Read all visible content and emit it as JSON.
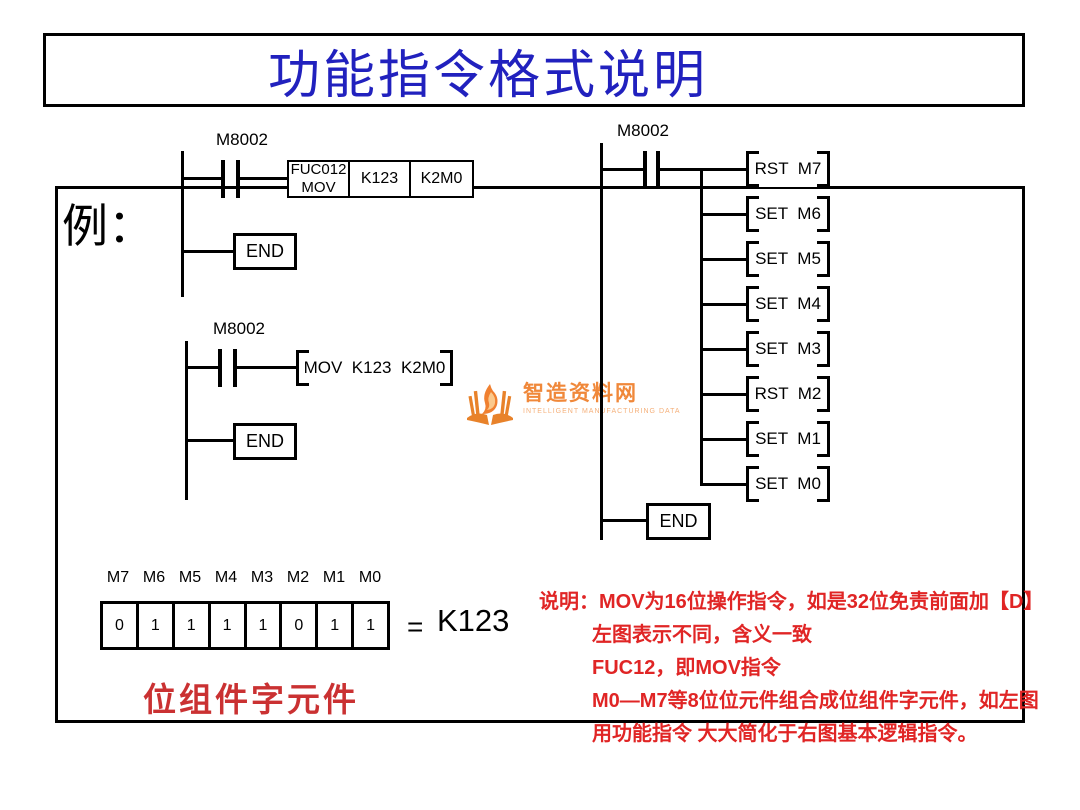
{
  "title": "功能指令格式说明",
  "example_label": "例：",
  "ladder_left_1": {
    "contact_label": "M8002",
    "func_line1": "FUC012",
    "func_line2": "MOV",
    "operand1": "K123",
    "operand2": "K2M0",
    "end_label": "END"
  },
  "ladder_left_2": {
    "contact_label": "M8002",
    "instruction": "MOV  K123  K2M0",
    "end_label": "END"
  },
  "ladder_right": {
    "contact_label": "M8002",
    "instructions": [
      "RST  M7",
      "SET  M6",
      "SET  M5",
      "SET  M4",
      "SET  M3",
      "RST  M2",
      "SET  M1",
      "SET  M0"
    ],
    "end_label": "END"
  },
  "bit_table": {
    "labels": [
      "M7",
      "M6",
      "M5",
      "M4",
      "M3",
      "M2",
      "M1",
      "M0"
    ],
    "values": [
      "0",
      "1",
      "1",
      "1",
      "1",
      "0",
      "1",
      "1"
    ],
    "equals": "=",
    "result": "K123",
    "caption": "位组件字元件"
  },
  "notes": {
    "line1": "说明：MOV为16位操作指令，如是32位免责前面加【D】",
    "line2": "左图表示不同，含义一致",
    "line3": "FUC12，即MOV指令",
    "line4": "M0—M7等8位位元件组合成位组件字元件，如左图",
    "line5": "用功能指令 大大简化于右图基本逻辑指令。"
  },
  "watermark": {
    "name": "智造资料网",
    "subtitle": "INTELLIGENT MANUFACTURING DATA"
  },
  "colors": {
    "title_blue": "#2121BE",
    "note_red": "#E02525",
    "caption_red": "#CA3132",
    "logo_orange": "#F0883A",
    "logo_orange_light": "#F5B07A"
  }
}
